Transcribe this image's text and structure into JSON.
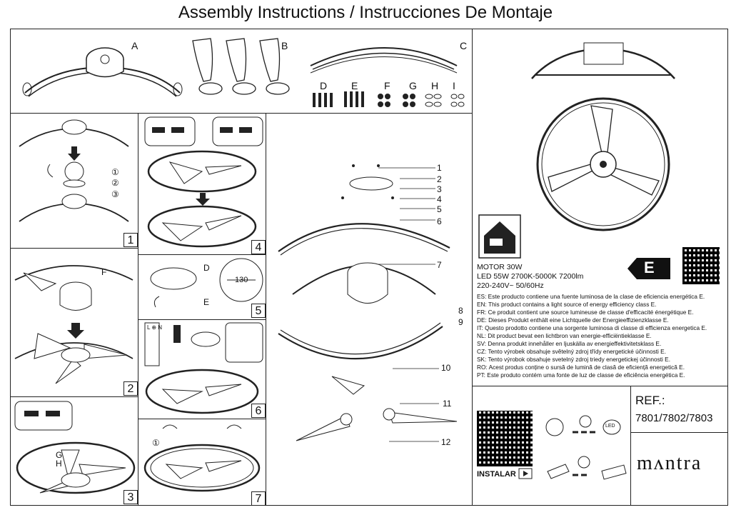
{
  "title": "Assembly Instructions / Instrucciones De Montaje",
  "parts": {
    "a": "A",
    "b": "B",
    "c": "C",
    "d": "D",
    "e": "E",
    "f": "F",
    "g": "G",
    "h": "H",
    "i": "I"
  },
  "steps": [
    "1",
    "2",
    "3",
    "4",
    "5",
    "6",
    "7"
  ],
  "step1_callouts": [
    "①",
    "②",
    "③"
  ],
  "step2_label": "F",
  "step3_labels": [
    "G",
    "H"
  ],
  "step5_labels": [
    "D",
    "E"
  ],
  "step5_dimension": "130",
  "step7_label": "①",
  "step6_text": "L ⊕ N",
  "exploded_callouts": [
    "1",
    "2",
    "3",
    "4",
    "5",
    "6",
    "7",
    "8",
    "9",
    "10",
    "11",
    "12"
  ],
  "specs": {
    "motor": "MOTOR 30W",
    "led": "LED 55W 2700K-5000K 7200lm",
    "voltage": "220-240V~ 50/60Hz",
    "energy_class": "E"
  },
  "energy_statements": [
    "ES: Este producto contiene una fuente luminosa de la clase de eficiencia energética E.",
    "EN: This product contains a light source of energy efficiency class E.",
    "FR: Ce produit contient une source lumineuse de classe d'efficacité énergétique E.",
    "DE: Dieses Produkt enthält eine Lichtquelle der Energieeffizienzklasse E.",
    "IT: Questo prodotto contiene una sorgente luminosa di classe di efficienza energetica E.",
    "NL: Dit product bevat een lichtbron van energie-efficiëntieklasse E.",
    "SV: Denna produkt innehåller en ljuskälla av energieffektivitetsklass E.",
    "CZ: Tento výrobek obsahuje světelný zdroj třídy energetické účinnosti E.",
    "SK: Tento výrobok obsahuje svetelný zdroj triedy energetickej účinnosti E.",
    "RO: Acest produs conține o sursă de lumină de clasă de eficiență energetică E.",
    "PT: Este produto contém uma fonte de luz de classe de eficiência energética E."
  ],
  "ref": {
    "label": "REF.:",
    "numbers": "7801/7802/7803"
  },
  "install_label": "INSTALAR",
  "led_icon_text": "LED",
  "brand": "mʌntra"
}
